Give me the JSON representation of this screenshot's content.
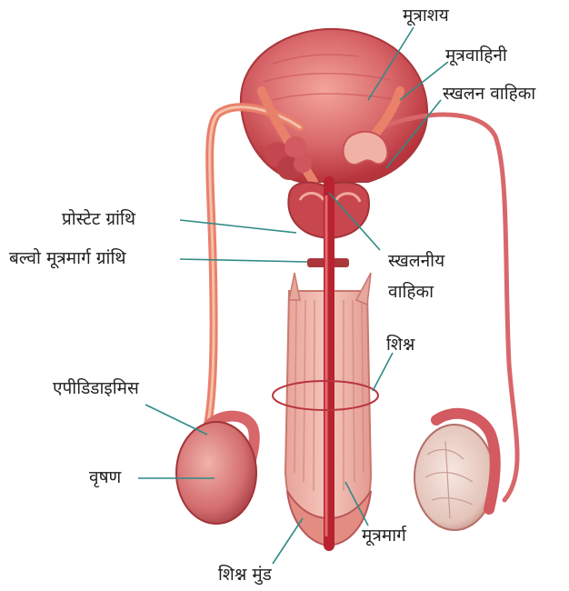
{
  "labels": {
    "bladder": "मूत्राशय",
    "ureter": "मूत्रवाहिनी",
    "seminal_duct": "स्खलन वाहिका",
    "prostate": "प्रोस्टेट ग्रांथि",
    "bulbourethral": "बल्वो मूत्रमार्ग ग्रांथि",
    "ejaculatory_line1": "स्खलनीय",
    "ejaculatory_line2": "वाहिका",
    "penis": "शिश्न",
    "epididymis": "एपीडिडाइमिस",
    "testis": "वृषण",
    "urethra": "मूत्रमार्ग",
    "glans": "शिश्न मुंड"
  },
  "colors": {
    "organ": "#d8676a",
    "organ_dark": "#b8343c",
    "organ_light": "#f2b3a8",
    "duct": "#e9816a",
    "testis_light": "#ead8cf",
    "leader_line": "#2f8a85"
  }
}
